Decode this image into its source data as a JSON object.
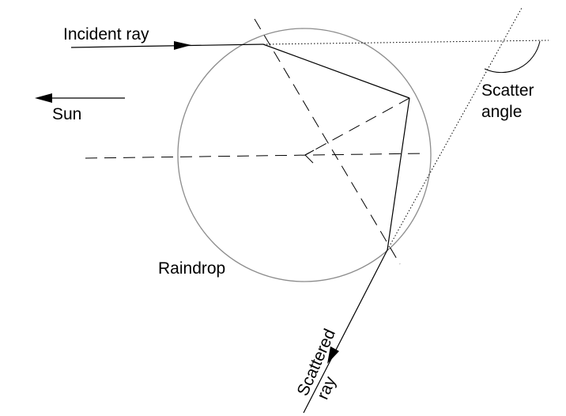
{
  "labels": {
    "incident_ray": "Incident ray",
    "sun": "Sun",
    "scatter_angle_line1": "Scatter",
    "scatter_angle_line2": "angle",
    "raindrop": "Raindrop",
    "scattered_ray_line1": "Scattered",
    "scattered_ray_line2": "ray"
  },
  "colors": {
    "ink": "#000000",
    "raindrop_outline": "#8c8c8c"
  }
}
